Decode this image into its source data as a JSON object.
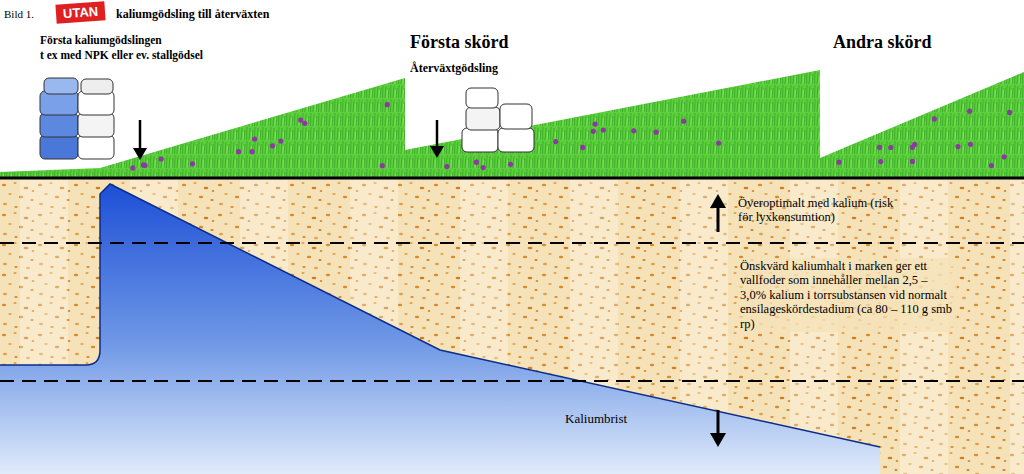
{
  "diagram": {
    "nodes": [
      {
        "text": [
          "UTAN"
        ]
      }
    ],
    "labels": [
      "Bild 1.",
      "kaliumgödsling till återväxten",
      "Första kaliumgödslingen",
      "t ex med NPK eller ev. stallgödsel",
      "Första skörd",
      "Återväxtgödsling",
      "Andra skörd",
      "Överoptimalt med kalium (risk för lyxkonsumtion)",
      "Önskvärd kaliumhalt i marken ger ett vallfoder som innehåller mellan 2,5 – 3,0% kalium i torrsubstansen vid normalt ensilageskördestadium (ca 80 – 110 g smb rp)",
      "Kaliumbrist"
    ]
  }
}
